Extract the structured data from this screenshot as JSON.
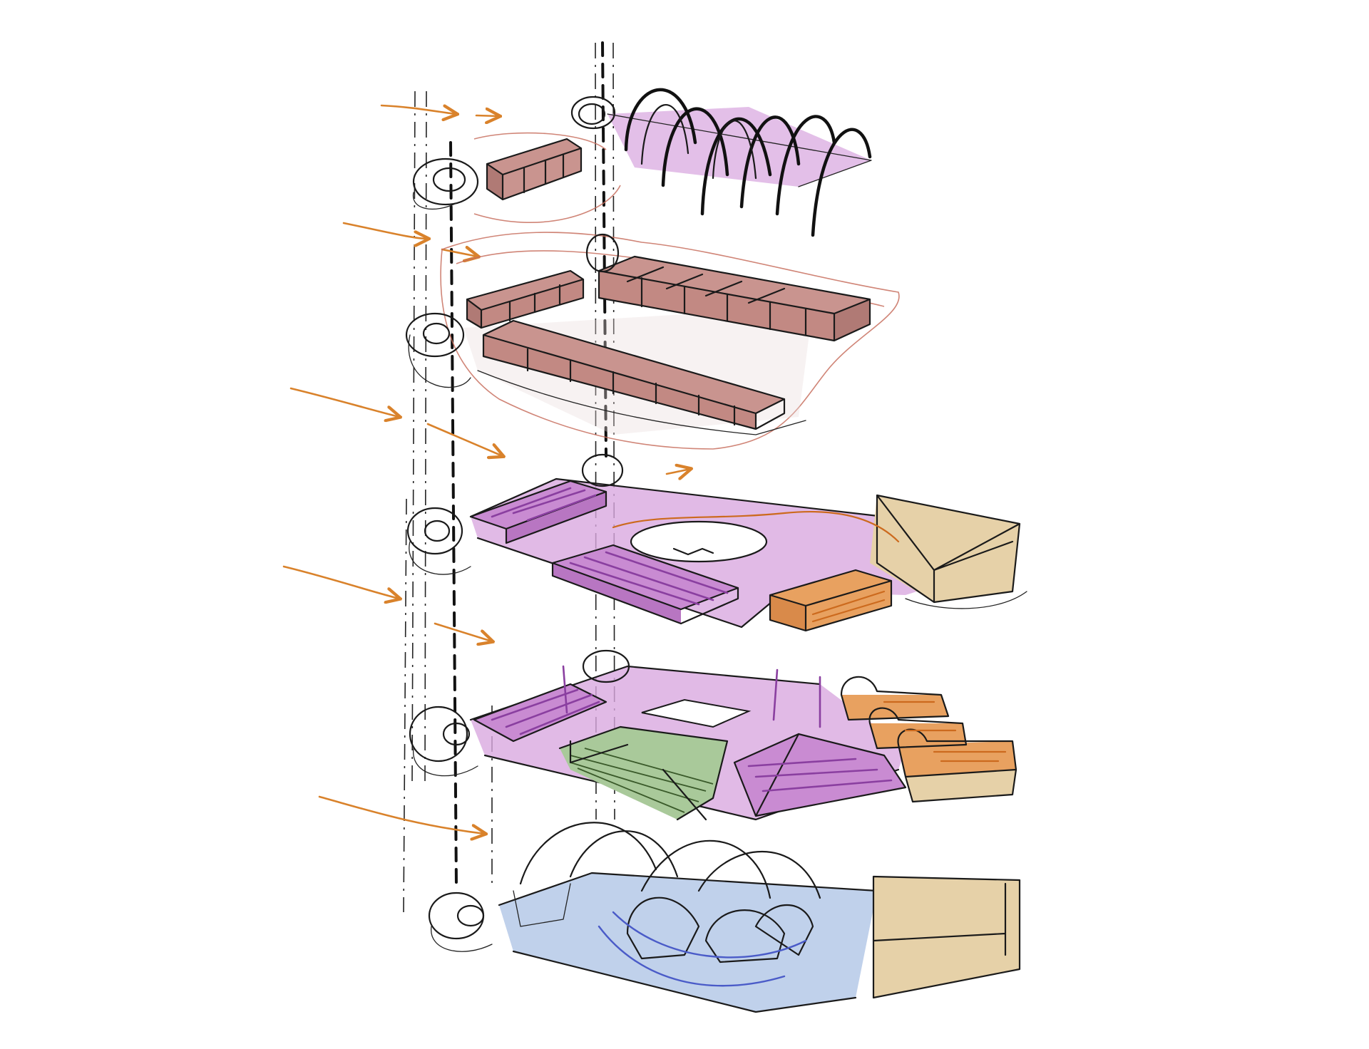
{
  "colors": {
    "ink": "#1a1a1a",
    "arrow": "#d9822b",
    "lilac": "#d9a9e0",
    "purple_stroke": "#8a3fa0",
    "brick": "#c9948f",
    "orange_block": "#e8a160",
    "sand": "#e6d1a8",
    "green": "#a9c99a",
    "blue": "#b5c9e8",
    "blue_stroke": "#4a5bc8",
    "red_outline": "#c8705f"
  },
  "layers": [
    {
      "id": "level-top",
      "fill": "lilac",
      "feature": "arch-canopy"
    },
    {
      "id": "level-upper",
      "fill": "brick",
      "feature": "block-rows"
    },
    {
      "id": "level-middle",
      "fill": "lilac",
      "feature": "open-plaza-with-volumes"
    },
    {
      "id": "level-lower",
      "fill": "lilac",
      "feature": "green-court-and-vaults"
    },
    {
      "id": "level-ground",
      "fill": "blue",
      "feature": "vaulted-hall"
    }
  ],
  "icons": [
    "circulation-core-icon",
    "flow-arrow-icon",
    "vertical-axis-icon"
  ]
}
